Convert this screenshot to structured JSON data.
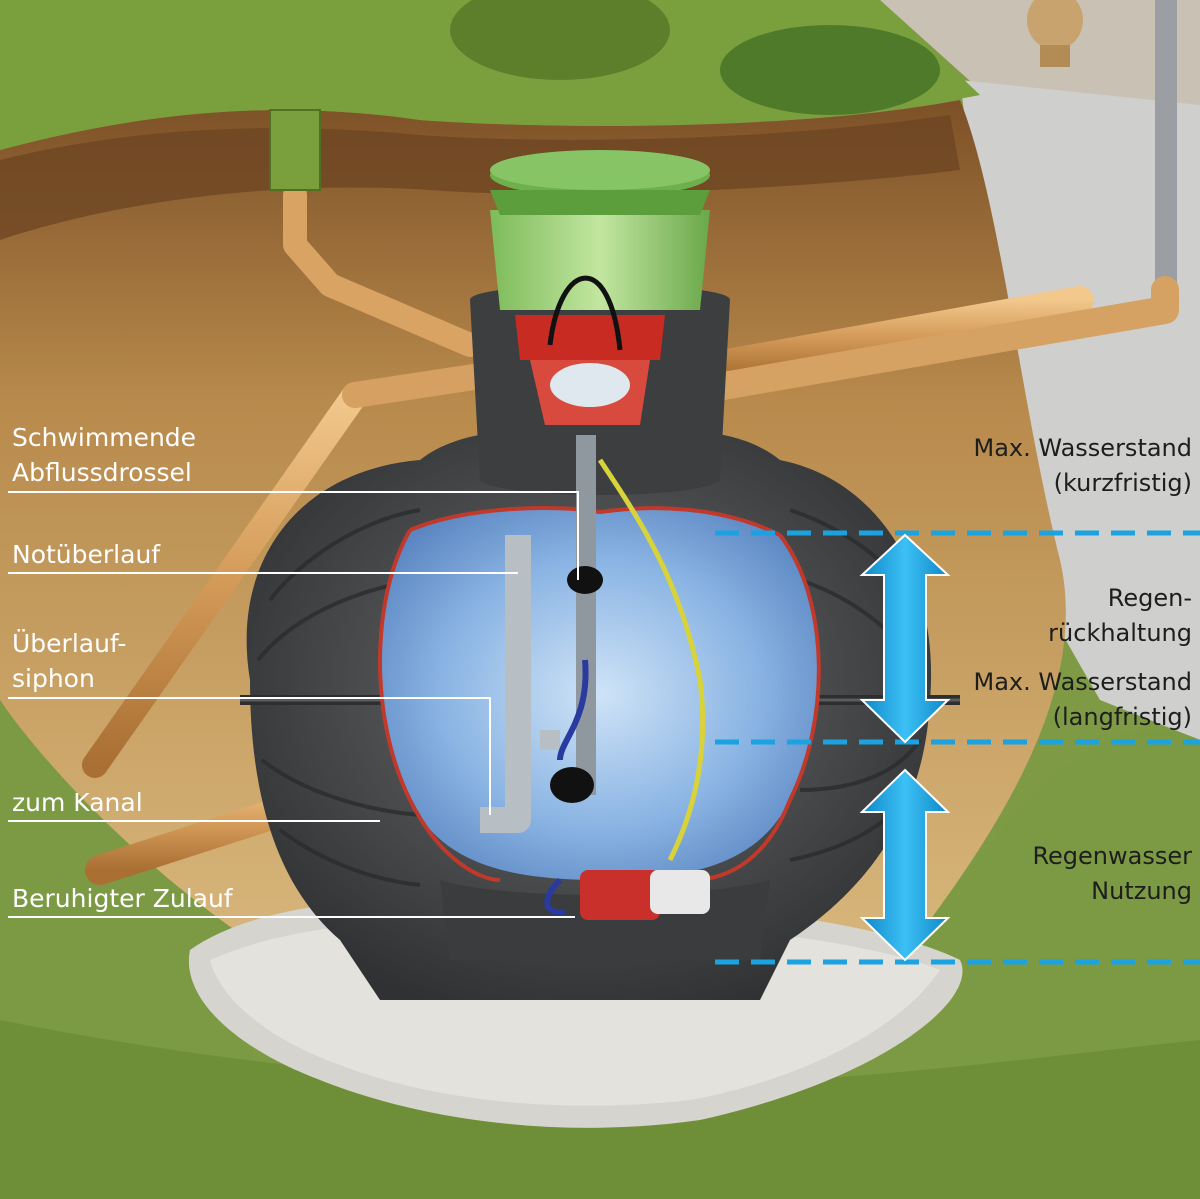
{
  "labels_left": {
    "schwimmende_line1": "Schwimmende",
    "schwimmende_line2": "Abflussdrossel",
    "notueberlauf": "Notüberlauf",
    "ueberlauf_line1": "Überlauf-",
    "ueberlauf_line2": "siphon",
    "zum_kanal": "zum Kanal",
    "zulauf": "Beruhigter Zulauf"
  },
  "labels_right": {
    "max_kurz_line1": "Max. Wasserstand",
    "max_kurz_line2": "(kurzfristig)",
    "regen_line1": "Regen-",
    "regen_line2": "rückhaltung",
    "max_lang_line1": "Max. Wasserstand",
    "max_lang_line2": "(langfristig)",
    "nutzung_line1": "Regenwasser",
    "nutzung_line2": "Nutzung"
  },
  "colors": {
    "grass": "#6f8f3a",
    "soil": "#b98c4e",
    "soil_dark": "#8a5e2c",
    "pipe": "#d9a766",
    "tank": "#4a4c4e",
    "water": "#8fb8e6",
    "shaft": "#9ecf7a",
    "dashed_line": "#1aa3e0",
    "arrow": "#1aa8e6",
    "label_line": "#ffffff"
  }
}
